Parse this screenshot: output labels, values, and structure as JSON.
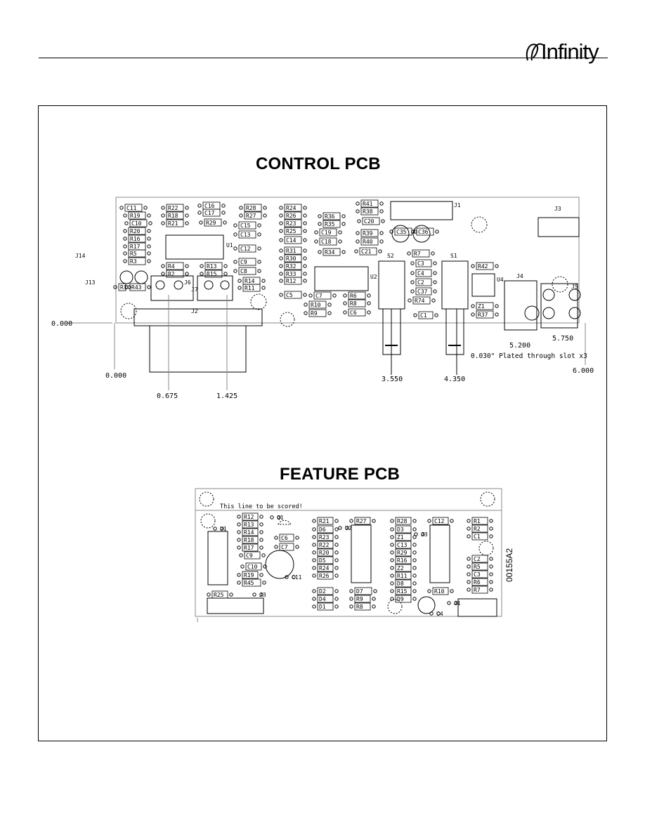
{
  "header": {
    "brand": "Infinity"
  },
  "sections": {
    "control_title": "CONTROL PCB",
    "feature_title": "FEATURE PCB"
  },
  "control": {
    "dims": [
      "0.000",
      "0.000",
      "0.675",
      "1.425",
      "3.550",
      "4.350",
      "5.200",
      "5.750",
      "6.000"
    ],
    "note": "0.030\" Plated through slot x3",
    "connectors": [
      "J1",
      "J2",
      "J3",
      "J4",
      "J5",
      "J6",
      "J7",
      "J13",
      "J14"
    ],
    "ics": [
      "U1",
      "U2",
      "U4"
    ],
    "switches": [
      "S1",
      "S2"
    ],
    "parts": [
      "C11",
      "R19",
      "C10",
      "R20",
      "R16",
      "R17",
      "R5",
      "R3",
      "R22",
      "R18",
      "R21",
      "C16",
      "C17",
      "R29",
      "R4",
      "R2",
      "R13",
      "R15",
      "R28",
      "R27",
      "C15",
      "C13",
      "C12",
      "C9",
      "C8",
      "R14",
      "R11",
      "R24",
      "R26",
      "R23",
      "R25",
      "C14",
      "R31",
      "R30",
      "R32",
      "R33",
      "R12",
      "C5",
      "C7",
      "R10",
      "R9",
      "R36",
      "R35",
      "C19",
      "C18",
      "R34",
      "R6",
      "R8",
      "C6",
      "R41",
      "R38",
      "C20",
      "R39",
      "R40",
      "C21",
      "C35",
      "C36",
      "R7",
      "C3",
      "C4",
      "C2",
      "C37",
      "R74",
      "C1",
      "R42",
      "Z1",
      "R37",
      "R1",
      "R43"
    ]
  },
  "feature": {
    "note": "This line to be scored!",
    "doc_number": "00155A2",
    "parts": [
      "R12",
      "R13",
      "R14",
      "R18",
      "R17",
      "C9",
      "C6",
      "C7",
      "C10",
      "R19",
      "R45",
      "C11",
      "R25",
      "J3",
      "U1",
      "Q1",
      "R21",
      "D6",
      "R23",
      "R22",
      "R20",
      "D5",
      "R24",
      "R26",
      "D2",
      "D4",
      "D1",
      "U2",
      "R27",
      "D7",
      "R9",
      "R8",
      "R28",
      "D3",
      "Z1",
      "C13",
      "R29",
      "R16",
      "Z2",
      "R11",
      "D8",
      "R15",
      "D9",
      "C12",
      "J3",
      "R10",
      "C4",
      "R1",
      "R2",
      "C1",
      "C2",
      "R5",
      "C3",
      "R6",
      "R7",
      "J1"
    ]
  }
}
